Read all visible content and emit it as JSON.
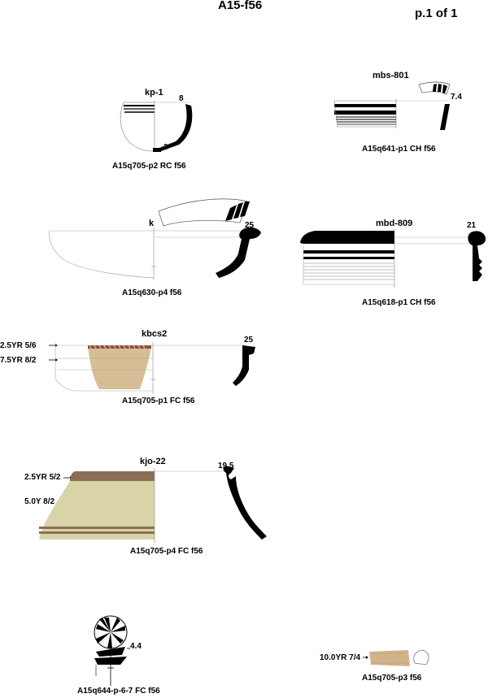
{
  "page": {
    "title": "A15-f56",
    "page_label": "p.1 of 1"
  },
  "sherds": [
    {
      "code": "kp-1",
      "diameter": "8",
      "base_diameter": "3",
      "caption": "A15q705-p2 RC f56"
    },
    {
      "code": "mbs-801",
      "diameter": "7.4",
      "caption": "A15q641-p1 CH f56"
    },
    {
      "code": "k",
      "diameter": "25",
      "caption": "A15q630-p4 f56"
    },
    {
      "code": "mbd-809",
      "diameter": "21",
      "caption": "A15q618-p1 CH f56"
    },
    {
      "code": "kbcs2",
      "diameter": "25",
      "colors": [
        "2.5YR 5/6",
        "7.5YR 8/2"
      ],
      "caption": "A15q705-p1 FC f56"
    },
    {
      "code": "kjo-22",
      "diameter": "19.5",
      "colors": [
        "2.5YR 5/2",
        "5.0Y 8/2"
      ],
      "caption": "A15q705-p4 FC f56"
    },
    {
      "diameter": "4.4",
      "caption": "A15q644-p-6-7 FC f56"
    },
    {
      "colors": [
        "10.0YR 7/4"
      ],
      "caption": "A15q705-p3 f56"
    }
  ]
}
